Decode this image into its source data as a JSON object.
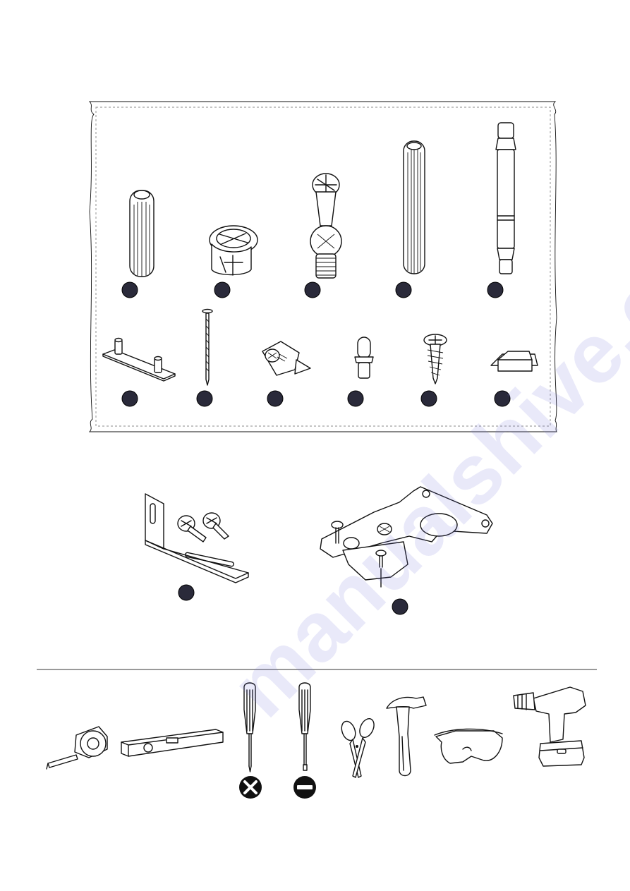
{
  "watermark": "manualshive.com",
  "hardware_parts": [
    {
      "id": "A",
      "icon": "fluted-wood-dowel-icon"
    },
    {
      "id": "B",
      "icon": "cam-lock-icon"
    },
    {
      "id": "C",
      "icon": "cam-bolt-icon"
    },
    {
      "id": "D",
      "icon": "long-wood-dowel-icon"
    },
    {
      "id": "E",
      "icon": "connector-bolt-icon"
    },
    {
      "id": "F",
      "icon": "pin-plate-icon"
    },
    {
      "id": "G",
      "icon": "nail-icon"
    },
    {
      "id": "H",
      "icon": "corner-block-icon"
    },
    {
      "id": "I",
      "icon": "shelf-pin-icon"
    },
    {
      "id": "J",
      "icon": "wood-screw-icon"
    },
    {
      "id": "K",
      "icon": "felt-pad-icon"
    }
  ],
  "fittings": [
    {
      "id": "L",
      "icon": "angle-bracket-with-screws-icon"
    },
    {
      "id": "M",
      "icon": "cabinet-hinge-icon"
    }
  ],
  "tools": [
    {
      "icon": "tape-measure-icon"
    },
    {
      "icon": "spirit-level-icon"
    },
    {
      "icon": "phillips-screwdriver-icon",
      "marker": "phillips-symbol-icon"
    },
    {
      "icon": "flathead-screwdriver-icon",
      "marker": "flathead-symbol-icon"
    },
    {
      "icon": "scissors-icon"
    },
    {
      "icon": "hammer-icon"
    },
    {
      "icon": "safety-glasses-icon"
    },
    {
      "icon": "cordless-drill-icon"
    }
  ]
}
